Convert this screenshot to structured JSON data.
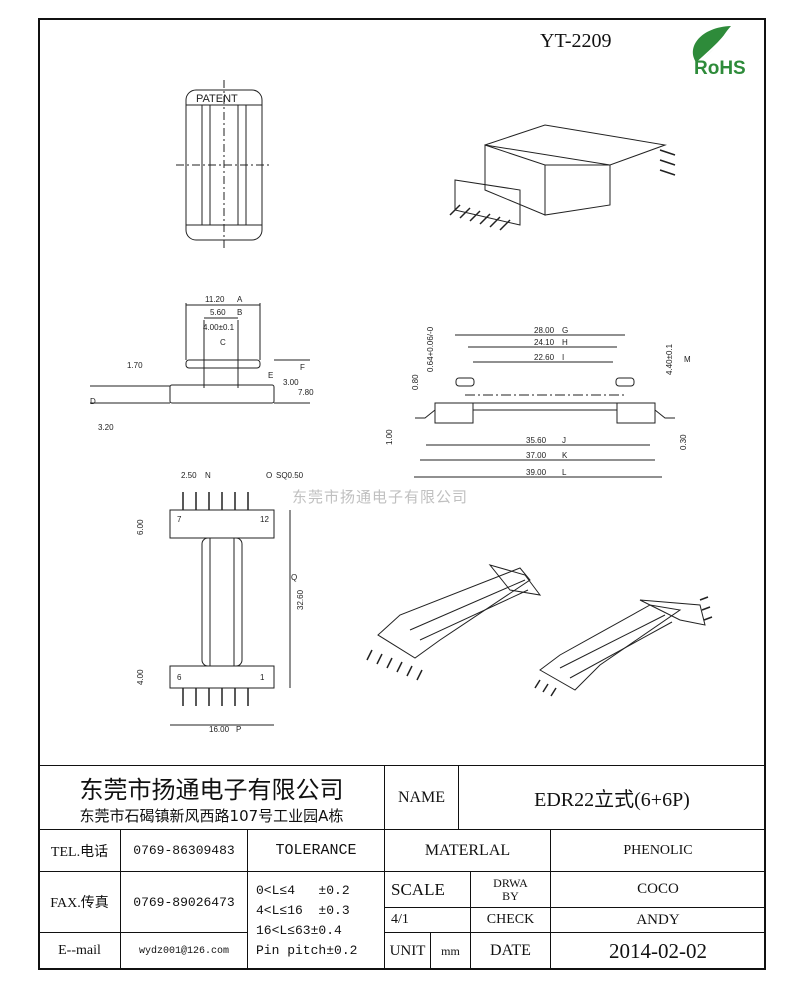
{
  "drawing": {
    "part_no": "YT-2209",
    "rohs_logo": "RoHS",
    "watermark": "东莞市扬通电子有限公司",
    "top_view": {
      "patent": "PATENT"
    },
    "side_view": {
      "dims": [
        "11.20",
        "5.60",
        "4.00±0.1",
        "1.70",
        "3.20",
        "3.00",
        "7.80"
      ],
      "tags": [
        "A",
        "B",
        "C",
        "D",
        "E",
        "F"
      ]
    },
    "front_view": {
      "dims": [
        "28.00",
        "24.10",
        "22.60",
        "0.64+0.06/-0",
        "4.40±0.1",
        "0.80",
        "1.00",
        "0.30",
        "35.60",
        "37.00",
        "39.00"
      ],
      "tags": [
        "G",
        "H",
        "I",
        "M",
        "J",
        "K",
        "L"
      ]
    },
    "bottom_view": {
      "dims": [
        "2.50",
        "SQ0.50",
        "6.00",
        "32.60",
        "4.00",
        "16.00"
      ],
      "tags": [
        "N",
        "O",
        "Q",
        "P"
      ],
      "pins": [
        "7",
        "12",
        "6",
        "1"
      ]
    }
  },
  "title_block": {
    "company": "东莞市扬通电子有限公司",
    "address": "东莞市石碣镇新风西路107号工业园A栋",
    "name_label": "NAME",
    "name_value": "EDR22立式(6+6P)",
    "tel_label": "TEL.电话",
    "tel_value": "0769-86309483",
    "fax_label": "FAX.传真",
    "fax_value": "0769-89026473",
    "email_label": "E--mail",
    "email_value": "wydz001@126.com",
    "tolerance_label": "TOLERANCE",
    "tolerances": [
      "0<L≤4   ±0.2",
      "4<L≤16  ±0.3",
      "16<L≤63±0.4",
      "Pin pitch±0.2"
    ],
    "material_label": "MATERLAL",
    "material_value": "PHENOLIC",
    "scale_label": "SCALE",
    "scale_value": "4/1",
    "unit_label": "UNIT",
    "unit_value": "mm",
    "drawn_label": "DRWA BY",
    "drawn_value": "COCO",
    "check_label": "CHECK",
    "check_value": "ANDY",
    "date_label": "DATE",
    "date_value": "2014-02-02"
  }
}
